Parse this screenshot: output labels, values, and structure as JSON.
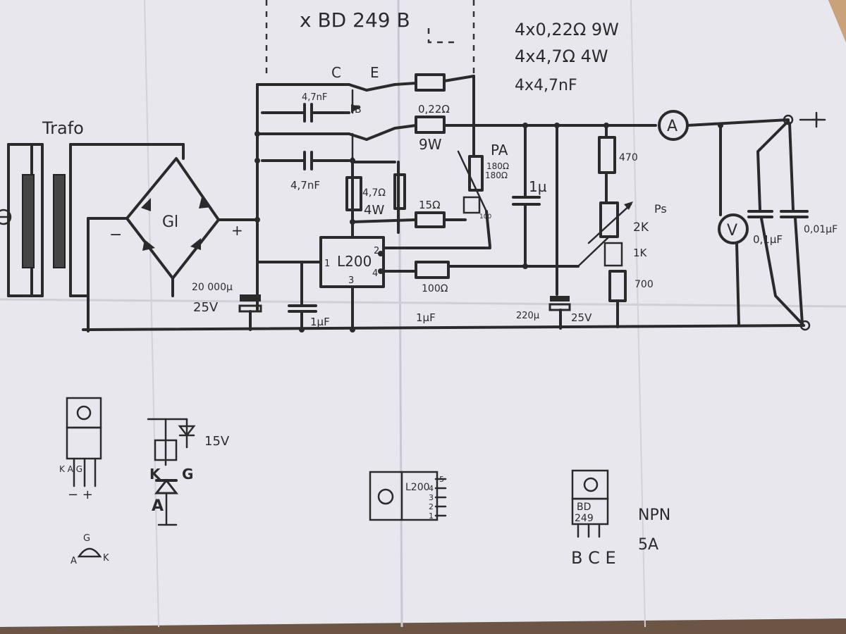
{
  "notes": {
    "transistor_type": "x   BD 249 B",
    "parts_1": "4x0,22Ω 9W",
    "parts_2": "4x4,7Ω 4W",
    "parts_3": "4x4,7nF"
  },
  "labels": {
    "transformer": "Trafo",
    "rectifier": "Gl",
    "minus": "−",
    "plus": "+",
    "collector": "C",
    "emitter": "E",
    "base": "B",
    "cap_a": "4,7nF",
    "cap_b": "4,7nF",
    "res_022": "0,22Ω",
    "res_022_w": "9W",
    "res_47": "4,7Ω",
    "res_47_w": "4W",
    "pot_a": "PA",
    "pot_a_val1": "180Ω",
    "pot_a_val2": "180Ω",
    "pot_a_100": "100",
    "res_15": "15Ω",
    "regulator": "L200",
    "reg_pin1": "1",
    "reg_pin2": "2",
    "reg_pin3": "3",
    "reg_pin4": "4",
    "res_100": "100Ω",
    "cap_1u_mid": "1µ",
    "res_470": "470",
    "pot_s": "Ps",
    "pot_s_val": "2K",
    "res_1k": "1K",
    "res_700": "700",
    "ammeter": "A",
    "voltmeter": "V",
    "out_plus": "+",
    "cap_01": "0,1µF",
    "cap_001": "0,01µF",
    "bulk_cap": "20 000µ",
    "bulk_cap_v": "25V",
    "cap_1uf": "1µF",
    "cap_1uf_b": "1µF",
    "cap_220": "220µ",
    "cap_220_v": "25V",
    "thy_pins": "K   A   G",
    "thy_pin_marks": "−  +",
    "thy_k": "K",
    "thy_g": "G",
    "thy_a": "A",
    "thy_15v": "15V",
    "pkg_g": "G",
    "pkg_a": "A",
    "pkg_k": "K",
    "l200_pkg": "L200",
    "l200_p5": "5",
    "l200_p4": "4",
    "l200_p3": "3",
    "l200_p2": "2",
    "l200_p1": "1",
    "bd_pkg_1": "BD",
    "bd_pkg_2": "249",
    "bd_pins": "B C E",
    "npn": "NPN",
    "amp": "5A"
  },
  "colors": {
    "paper": "#e9e7ee",
    "ink": "#2a2a2a",
    "grid": "#7a7a80",
    "background": "#5a4a3a"
  }
}
